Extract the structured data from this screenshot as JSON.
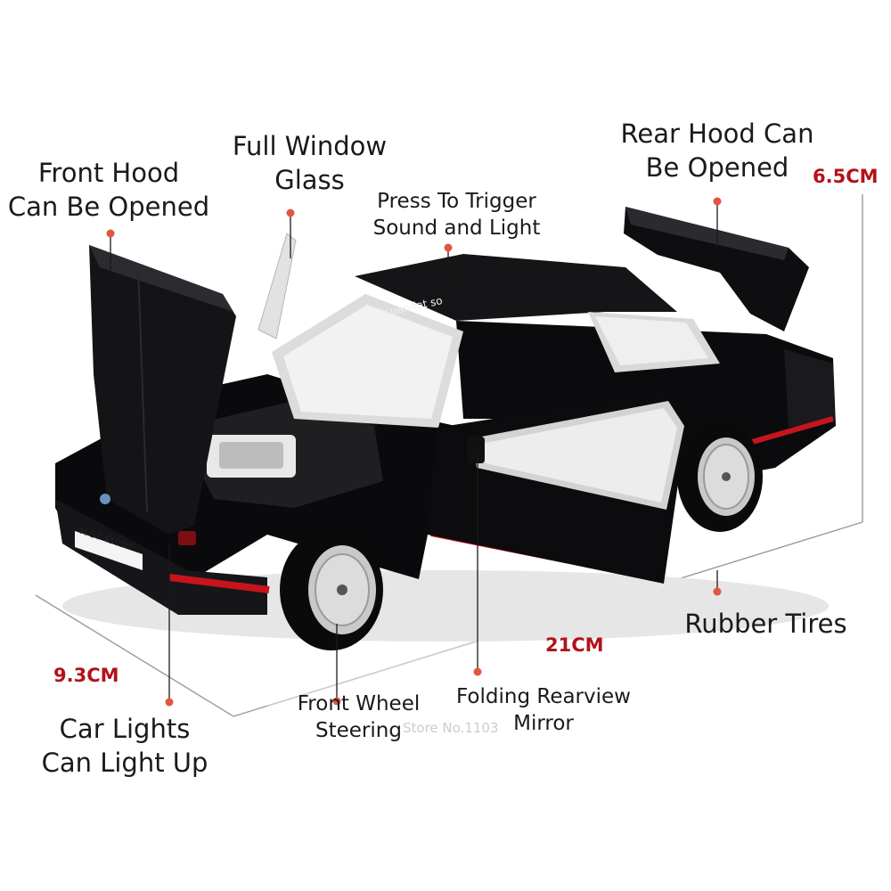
{
  "colors": {
    "accent": "#e0573f",
    "dimension_text": "#b3121b",
    "car_body": "#0d0d0f",
    "stripe": "#c8141c"
  },
  "features": {
    "front_hood": [
      "Front Hood",
      "Can Be Opened"
    ],
    "window_glass": [
      "Full Window",
      "Glass"
    ],
    "trigger": [
      "Press To Trigger",
      "Sound and Light"
    ],
    "rear_hood": [
      "Rear Hood Can",
      "Be Opened"
    ],
    "tires": "Rubber Tires",
    "lights": [
      "Car Lights",
      "Can Light Up"
    ],
    "steering": [
      "Front Wheel",
      "Steering"
    ],
    "mirror": [
      "Folding Rearview",
      "Mirror"
    ]
  },
  "dimensions": {
    "height": "6.5CM",
    "length": "21CM",
    "width": "9.3CM"
  },
  "car": {
    "plate": "M-ST 4505H",
    "windshield_text": "dicuandat so"
  },
  "watermark": "Store No.1103"
}
